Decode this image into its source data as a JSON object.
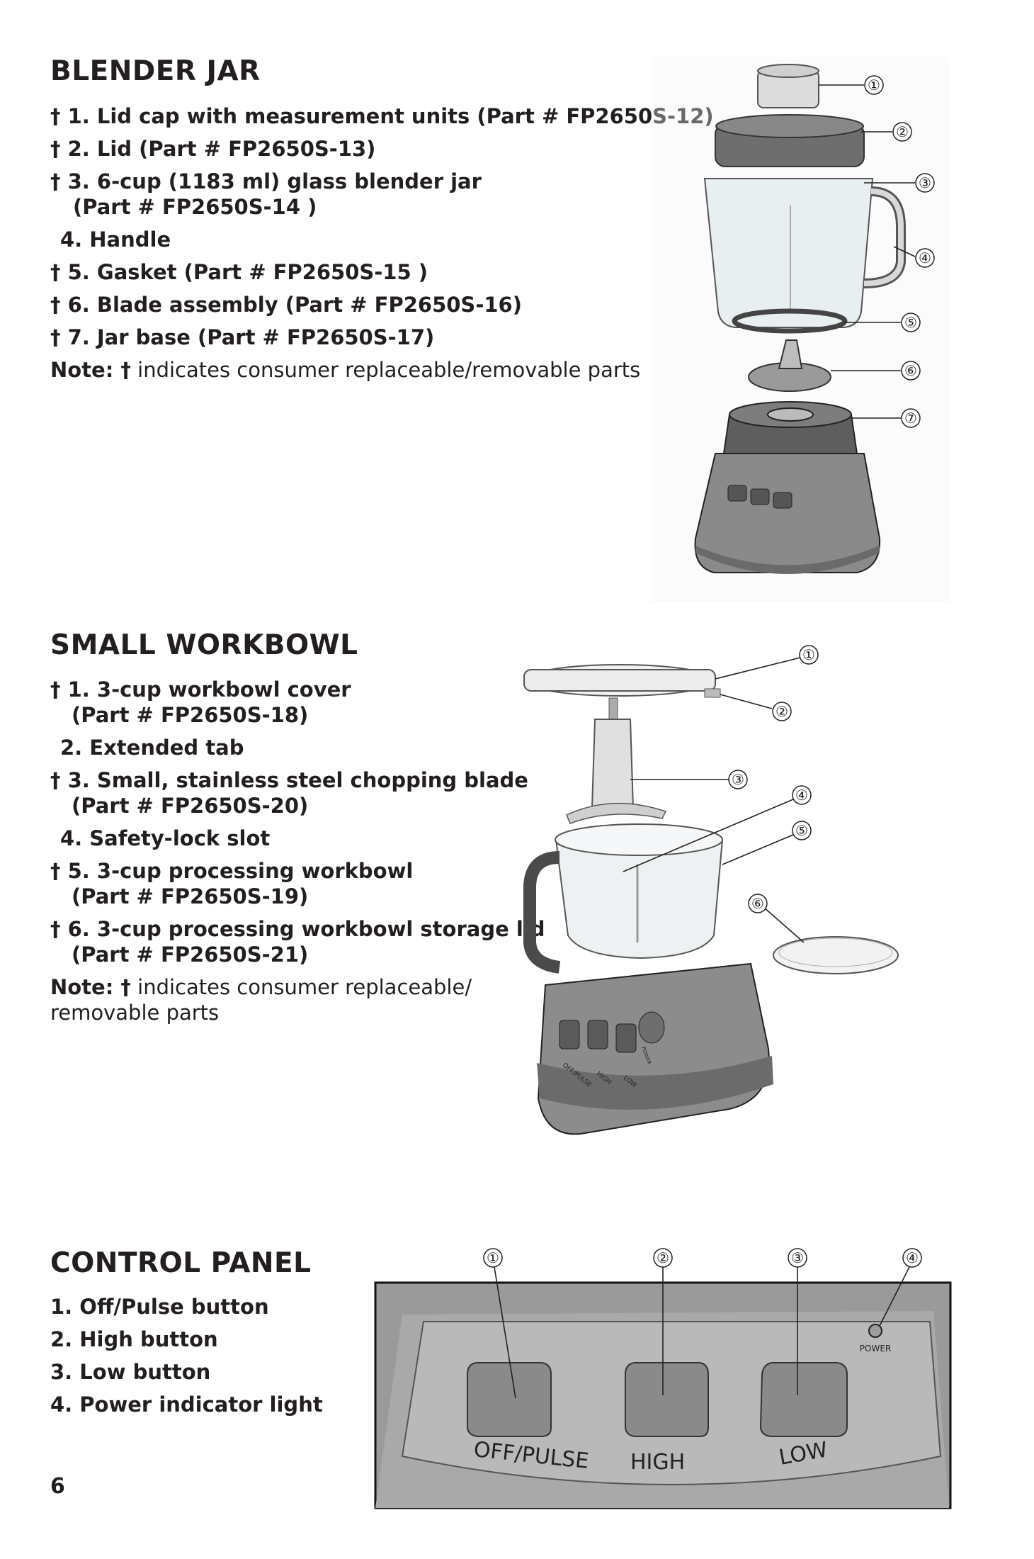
{
  "blender_jar": {
    "title": "BLENDER JAR",
    "items": [
      "† 1.  Lid cap with measurement units (Part # FP2650S-12)",
      "† 2.  Lid (Part # FP2650S-13)",
      "† 3.  6-cup (1183 ml) glass blender jar",
      "(Part # FP2650S-14 )",
      "4.  Handle",
      "† 5.  Gasket (Part # FP2650S-15 )",
      "† 6.  Blade assembly (Part # FP2650S-16)",
      "† 7.  Jar base (Part # FP2650S-17)"
    ],
    "note_label": "Note: †",
    "note_text": " indicates consumer replaceable/removable parts",
    "callouts": [
      "①",
      "②",
      "③",
      "④",
      "⑤",
      "⑥",
      "⑦"
    ]
  },
  "small_workbowl": {
    "title": "SMALL WORKBOWL",
    "items": [
      "† 1.  3-cup workbowl cover",
      "(Part # FP2650S-18)",
      "2. Extended tab",
      "† 3.  Small, stainless steel chopping blade",
      "(Part # FP2650S-20)",
      "4. Safety-lock slot",
      "† 5.  3-cup processing workbowl",
      "(Part # FP2650S-19)",
      "† 6.  3-cup processing workbowl storage lid",
      "(Part # FP2650S-21)"
    ],
    "note_label": "Note: †",
    "note_text_line1": " indicates consumer replaceable/",
    "note_text_line2": "removable parts",
    "callouts": [
      "①",
      "②",
      "③",
      "④",
      "⑤",
      "⑥"
    ],
    "panel_labels": [
      "OFF/PULSE",
      "HIGH",
      "LOW",
      "POWER"
    ]
  },
  "control_panel": {
    "title": "CONTROL PANEL",
    "items": [
      "1.  Off/Pulse button",
      "2.  High button",
      "3.  Low button",
      "4.  Power indicator light"
    ],
    "callouts": [
      "①",
      "②",
      "③",
      "④"
    ],
    "button_labels": [
      "OFF/PULSE",
      "HIGH",
      "LOW"
    ],
    "power_label": "POWER"
  },
  "page_number": "6"
}
